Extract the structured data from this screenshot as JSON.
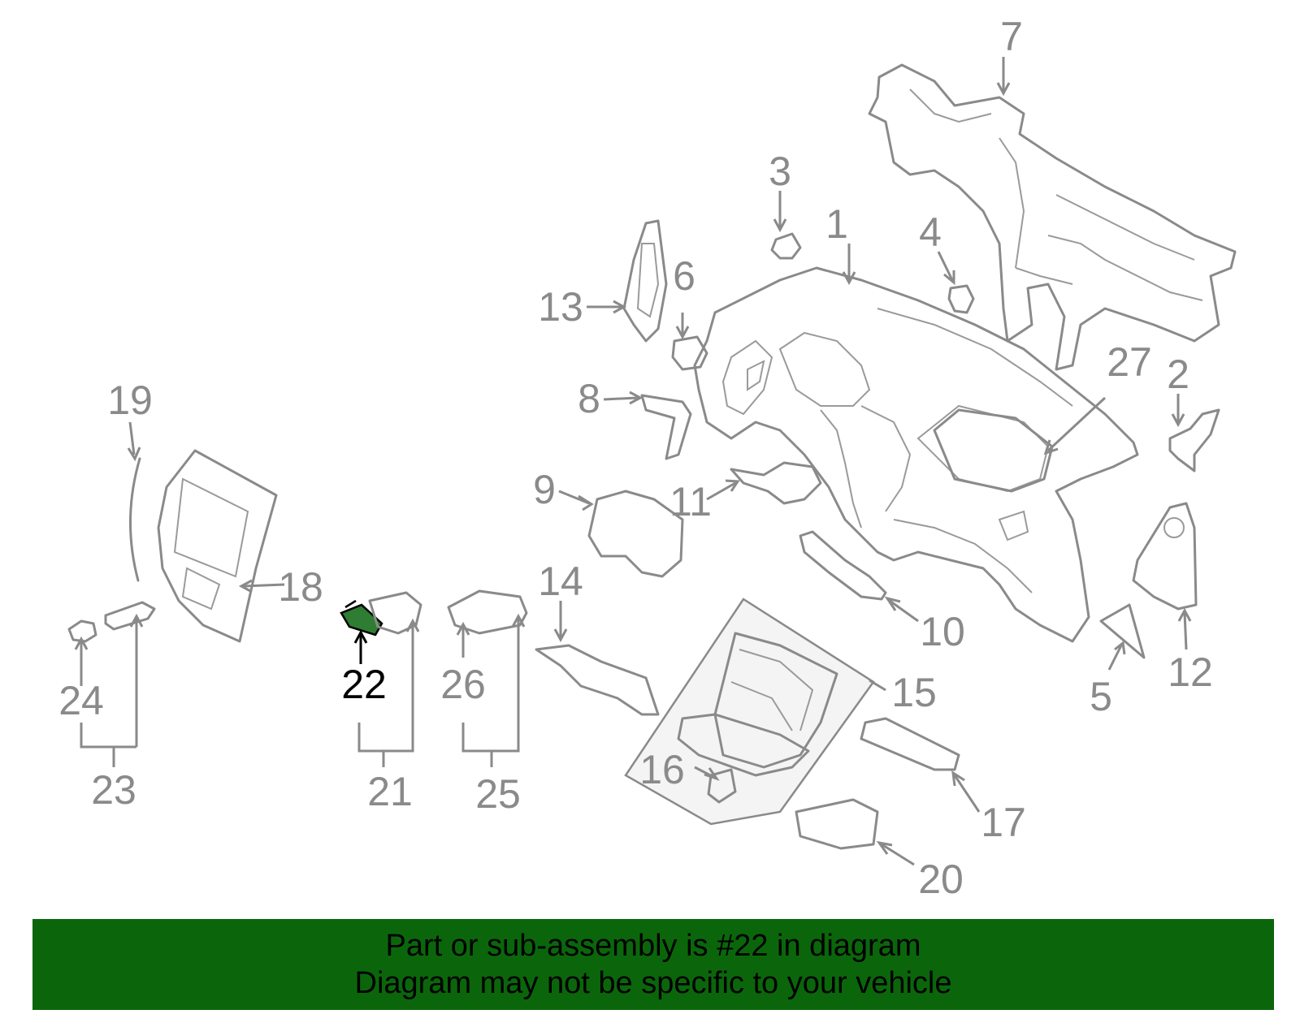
{
  "callouts": {
    "c1": "1",
    "c2": "2",
    "c3": "3",
    "c4": "4",
    "c5": "5",
    "c6": "6",
    "c7": "7",
    "c8": "8",
    "c9": "9",
    "c10": "10",
    "c11": "11",
    "c12": "12",
    "c13": "13",
    "c14": "14",
    "c15": "15",
    "c16": "16",
    "c17": "17",
    "c18": "18",
    "c19": "19",
    "c20": "20",
    "c21": "21",
    "c22": "22",
    "c23": "23",
    "c24": "24",
    "c25": "25",
    "c26": "26",
    "c27": "27"
  },
  "highlight": {
    "part_number": "22",
    "color": "#2e7d32"
  },
  "colors": {
    "banner": "#0b660b",
    "line": "#8a8a8a",
    "shaded_box": "#f4f4f4"
  },
  "banner": {
    "line1": "Part or sub-assembly is #22 in diagram",
    "line2": "Diagram may not be specific to your vehicle"
  }
}
